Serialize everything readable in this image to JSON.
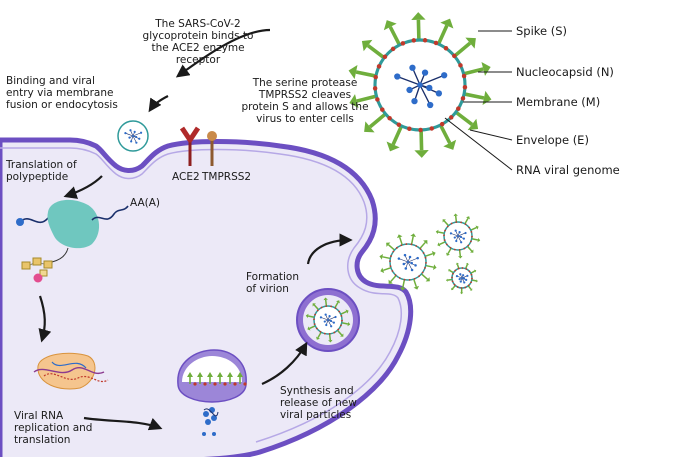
{
  "labels": {
    "spike": "Spike (S)",
    "nucleocapsid": "Nucleocapsid (N)",
    "membrane": "Membrane (M)",
    "envelope": "Envelope (E)",
    "rna": "RNA viral genome",
    "ace2": "ACE2",
    "tmprss2": "TMPRSS2",
    "aa": "AA(A)"
  },
  "steps": {
    "sars_binds": [
      "The SARS-CoV-2",
      "glycoprotein binds to",
      "the ACE2 enzyme",
      "receptor"
    ],
    "tmprss2_cleaves": [
      "The serine protease",
      "TMPRSS2 cleaves",
      "protein S and allows the",
      "virus to enter cells"
    ],
    "binding_entry": [
      "Binding and viral",
      "entry via membrane",
      "fusion or endocytosis"
    ],
    "translation": [
      "Translation of",
      "polypeptide"
    ],
    "replication": [
      "Viral RNA",
      "replication and",
      "translation"
    ],
    "synthesis": [
      "Synthesis and",
      "release of new",
      "viral particles"
    ],
    "formation": [
      "Formation",
      "of virion"
    ]
  },
  "colors": {
    "cell_fill": "#ece9f7",
    "cell_membrane": "#6c4fc2",
    "spike": "#6fae3c",
    "envelope_ring": "#2f9a9a",
    "membrane_protein": "#c0392b",
    "nucleocapsid": "#2e6cc9",
    "ribosome": "#6fc7bf",
    "arrow": "#1a1a1a"
  }
}
